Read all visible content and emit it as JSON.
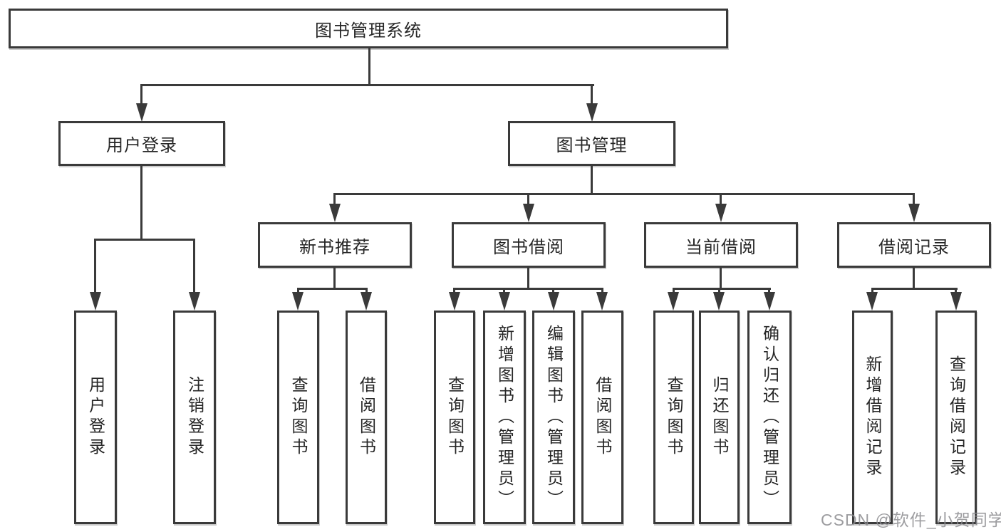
{
  "diagram_title": "图书管理系统",
  "tree": {
    "label": "图书管理系统",
    "children": [
      {
        "label": "用户登录",
        "children": [
          {
            "label": "用户登录"
          },
          {
            "label": "注销登录"
          }
        ]
      },
      {
        "label": "图书管理",
        "children": [
          {
            "label": "新书推荐",
            "children": [
              {
                "label": "查询图书"
              },
              {
                "label": "借阅图书"
              }
            ]
          },
          {
            "label": "图书借阅",
            "children": [
              {
                "label": "查询图书"
              },
              {
                "label": "新增图书（管理员）"
              },
              {
                "label": "编辑图书（管理员）"
              },
              {
                "label": "借阅图书"
              }
            ]
          },
          {
            "label": "当前借阅",
            "children": [
              {
                "label": "查询图书"
              },
              {
                "label": "归还图书"
              },
              {
                "label": "确认归还（管理员）"
              }
            ]
          },
          {
            "label": "借阅记录",
            "children": [
              {
                "label": "新增借阅记录"
              },
              {
                "label": "查询借阅记录"
              }
            ]
          }
        ]
      }
    ]
  },
  "watermark": {
    "text": "CSDN @软件_小贺同学"
  },
  "colors": {
    "line": "#3a3a3a",
    "text": "#262626",
    "background": "#ffffff",
    "watermark": "#8c8c90"
  }
}
